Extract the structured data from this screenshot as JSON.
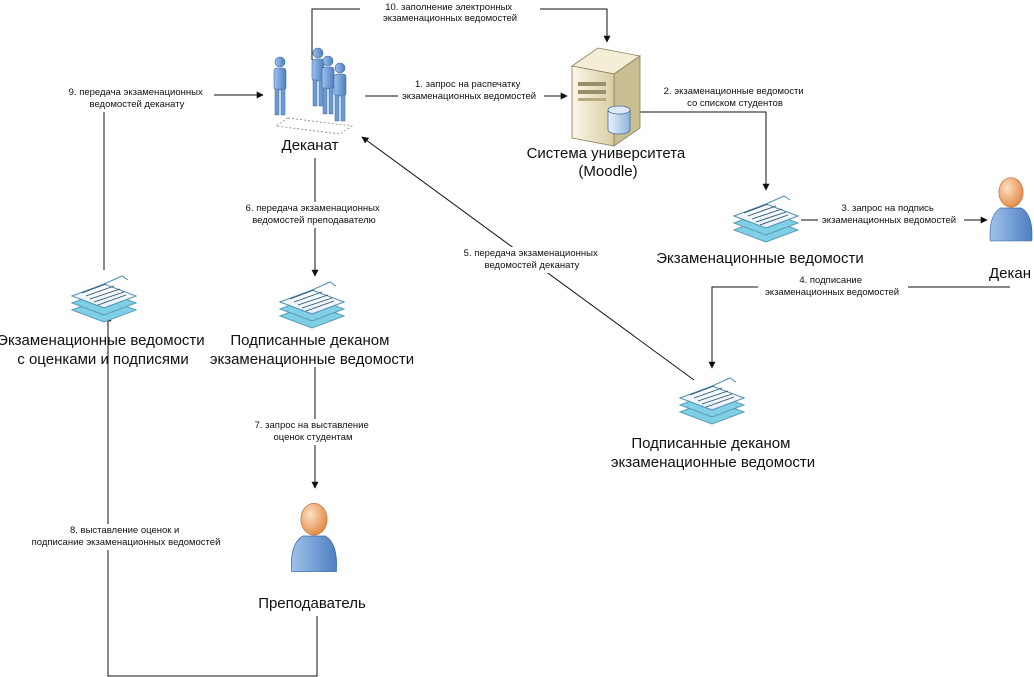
{
  "nodes": {
    "dekanat": {
      "label": [
        "Деканат"
      ]
    },
    "system": {
      "label": [
        "Система университета",
        "(Moodle)"
      ]
    },
    "exam_sheets": {
      "label": [
        "Экзаменационные ведомости"
      ]
    },
    "dekan": {
      "label": [
        "Декан"
      ]
    },
    "signed_right": {
      "label": [
        "Подписанные деканом",
        "экзаменационные ведомости"
      ]
    },
    "signed_mid": {
      "label": [
        "Подписанные деканом",
        "экзаменационные ведомости"
      ]
    },
    "graded": {
      "label": [
        "Экзаменационные ведомости",
        "с оценками и подписями"
      ]
    },
    "teacher": {
      "label": [
        "Преподаватель"
      ]
    }
  },
  "edges": {
    "e1": {
      "label": [
        "1. запрос на распечатку",
        "экзаменационных ведомостей"
      ]
    },
    "e2": {
      "label": [
        "2. экзаменационные ведомости",
        "со списком студентов"
      ]
    },
    "e3": {
      "label": [
        "3. запрос на подпись",
        "экзаменационных ведомостей"
      ]
    },
    "e4": {
      "label": [
        "4. подписание",
        "экзаменационных ведомостей"
      ]
    },
    "e5": {
      "label": [
        "5. передача экзаменационных",
        "ведомостей деканату"
      ]
    },
    "e6": {
      "label": [
        "6. передача экзаменационных",
        "ведомостей преподавателю"
      ]
    },
    "e7": {
      "label": [
        "7. запрос на выставление",
        "оценок студентам"
      ]
    },
    "e8": {
      "label": [
        "8. выставление оценок и",
        "подписание экзаменационных ведомостей"
      ]
    },
    "e9": {
      "label": [
        "9. передача экзаменационных",
        "ведомостей деканату"
      ]
    },
    "e10": {
      "label": [
        "10. заполнение электронных",
        "экзаменационных ведомостей"
      ]
    }
  },
  "colors": {
    "line": "#111111",
    "doc_blue": "#7fcfe6",
    "person_body": "#6c9bd2",
    "person_head": "#f2ae72",
    "server_body": "#ece3c4"
  }
}
